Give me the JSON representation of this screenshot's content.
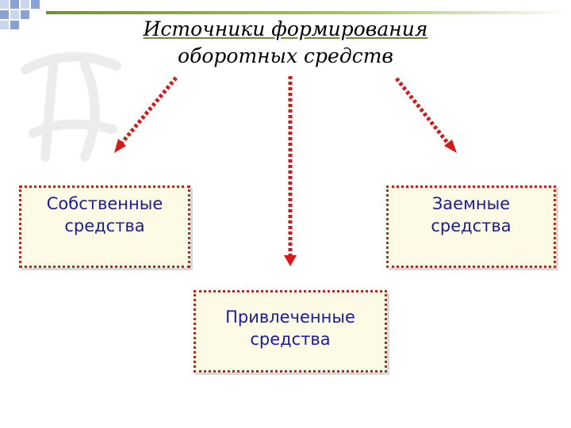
{
  "title": {
    "line1": "Источники формирования",
    "line2": "оборотных средств"
  },
  "boxes": {
    "own": {
      "line1": "Собственные",
      "line2": "средства"
    },
    "borrowed": {
      "line1": "Заемные",
      "line2": "средства"
    },
    "attracted": {
      "line1": "Привлеченные",
      "line2": "средства"
    }
  },
  "colors": {
    "arrow": "#d11a1a",
    "box_text": "#1a1a9e",
    "box_fill": "#fdfbe6",
    "accent_green": "#6f8f3a"
  }
}
